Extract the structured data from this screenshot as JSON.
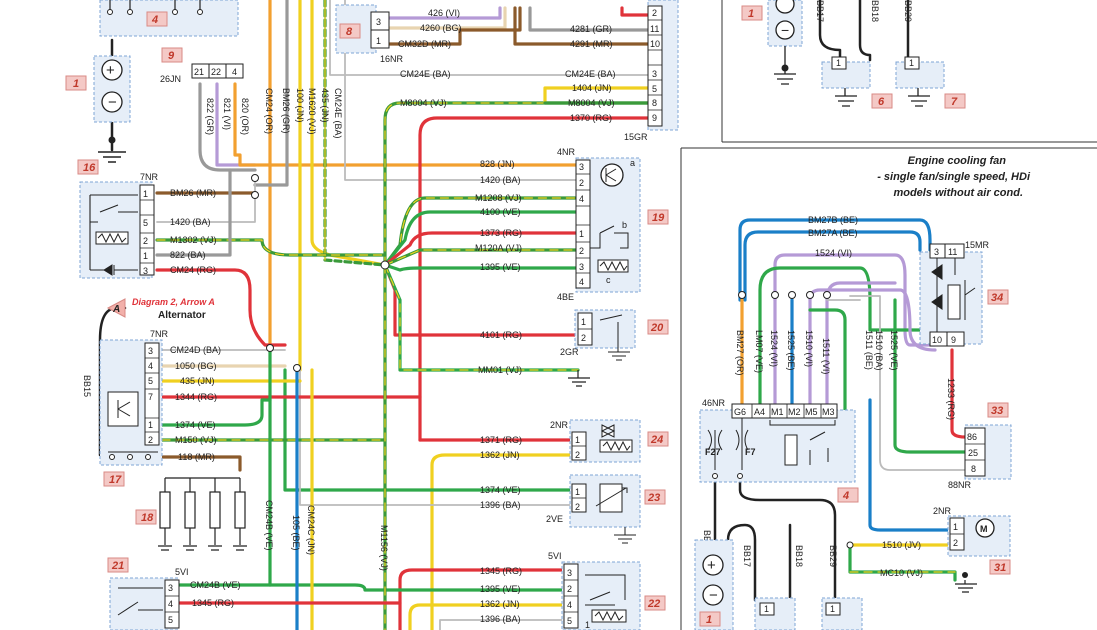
{
  "colors": {
    "VJ": "#3a9a3a",
    "BA": "#bbbbbb",
    "RG": "#e0333a",
    "JN": "#f0d020",
    "VE": "#2fa84a",
    "BE": "#1a7fc8",
    "OR": "#f2a030",
    "VI": "#b59ad6",
    "GR": "#999999",
    "MR": "#8b5a2b",
    "BG": "#e8d4b0",
    "NR": "#222222"
  },
  "wires_top": [
    "426 (VI)",
    "4260 (BG)",
    "CM32D (MR)",
    "4281 (GR)",
    "4291 (MR)",
    "CM24E (BA)",
    "CM24E (BA)",
    "M8004 (VJ)",
    "1404 (JN)",
    "M8004 (VJ)",
    "1370 (RG)"
  ],
  "verticals": [
    "822 (GR)",
    "821 (VI)",
    "820 (OR)",
    "CM24 (OR)",
    "BM26 (GR)",
    "100 (JN)",
    "M1620 (VJ)",
    "435 (JN)",
    "CM24E (BA)"
  ],
  "harness_mid": [
    "828 (JN)",
    "1420 (BA)",
    "M1208 (VJ)",
    "4100 (VE)",
    "1373 (RG)",
    "M120A (VJ)",
    "1395 (VE)",
    "4101 (RG)",
    "MM01 (VJ)",
    "1371 (RG)",
    "1362 (JN)",
    "1374 (VE)",
    "1396 (BA)",
    "1345 (RG)",
    "1395 (VE)",
    "1362 (JN)",
    "1396 (BA)"
  ],
  "left_wires": [
    "BM26 (MR)",
    "1420 (BA)",
    "M1302 (VJ)",
    "822 (BA)",
    "CM24 (RG)",
    "CM24D (BA)",
    "1050 (BG)",
    "435 (JN)",
    "1344 (RG)",
    "1374 (VE)",
    "M150 (VJ)",
    "118 (MR)",
    "CM24B (VE)",
    "1345 (RG)"
  ],
  "lower_verticals": [
    "CM24B (VE)",
    "105 (BE)",
    "CM24C (JN)",
    "M1156 (VJ)"
  ],
  "connectors": [
    "26JN",
    "7NR",
    "7NR",
    "16NR",
    "4NR",
    "4BE",
    "2GR",
    "2NR",
    "2VE",
    "5VI",
    "5VI",
    "15GR",
    "15MR",
    "46NR",
    "88NR",
    "2NR"
  ],
  "pin_numbers": {
    "c9": [
      "21",
      "22",
      "4"
    ],
    "c8": [
      "3",
      "1"
    ],
    "c15gr": [
      "2",
      "11",
      "10",
      "3",
      "5",
      "8",
      "9"
    ],
    "c16": [
      "1",
      "5",
      "2",
      "1",
      "3"
    ],
    "c17": [
      "3",
      "4",
      "5",
      "7",
      "1",
      "2"
    ],
    "c19": [
      "3",
      "2",
      "4",
      "1",
      "2",
      "3",
      "4"
    ],
    "c20": [
      "1",
      "2"
    ],
    "c24": [
      "1",
      "2"
    ],
    "c23": [
      "1",
      "2"
    ],
    "c22": [
      "3",
      "2",
      "4",
      "5",
      "1"
    ],
    "c21": [
      "3",
      "4",
      "5"
    ],
    "c34": [
      "3",
      "11",
      "10",
      "9"
    ],
    "c33": [
      "86",
      "25",
      "8"
    ],
    "c4": [
      "G6",
      "A4",
      "M1",
      "M2",
      "M5",
      "M3"
    ],
    "c31": [
      "1",
      "2"
    ],
    "c6": [
      "1"
    ],
    "c7": [
      "1"
    ]
  },
  "component_numbers": [
    "4",
    "9",
    "1",
    "16",
    "8",
    "17",
    "18",
    "21",
    "19",
    "20",
    "24",
    "23",
    "22",
    "1",
    "6",
    "7",
    "34",
    "33",
    "4",
    "31",
    "1"
  ],
  "relay_letters": [
    "a",
    "b",
    "c"
  ],
  "fuses": [
    "F27",
    "F7"
  ],
  "battery_wires": [
    "BB15",
    "BB28",
    "BB17",
    "BB18",
    "BB29",
    "BB17",
    "BB18",
    "BB29"
  ],
  "labels": {
    "alternator": "Alternator",
    "diagram_ref": "Diagram 2, Arrow A",
    "arrow_a": "A",
    "cooling_title": [
      "Engine cooling fan",
      "- single fan/single speed, HDi",
      "models without air cond."
    ]
  },
  "right_wires": [
    "BM27B (BE)",
    "BM27A (BE)",
    "1524 (VI)",
    "BM27 (OR)",
    "LM07 (VE)",
    "1524 (VI)",
    "1525 (BE)",
    "1510 (VI)",
    "1511 (VI)",
    "1511 (BE)",
    "1510 (BA)",
    "1525 (VE)",
    "1233 (RG)",
    "1510 (JV)",
    "MC10 (VJ)"
  ]
}
